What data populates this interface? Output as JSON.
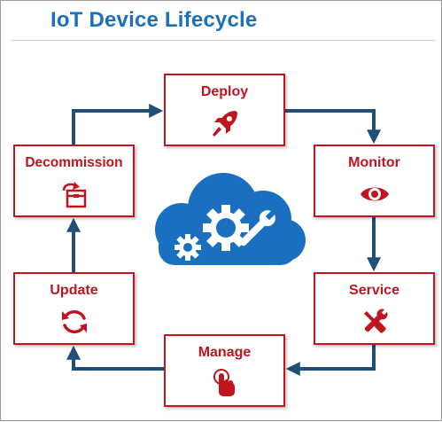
{
  "title": "IoT Device Lifecycle",
  "colors": {
    "title": "#1a6fc0",
    "stage_border": "#c0141f",
    "stage_text": "#c0141f",
    "arrow": "#1f4e79",
    "cloud": "#1a6fc0"
  },
  "stages": {
    "deploy": {
      "label": "Deploy",
      "icon": "rocket-icon"
    },
    "monitor": {
      "label": "Monitor",
      "icon": "eye-icon"
    },
    "service": {
      "label": "Service",
      "icon": "wrench-screwdriver-icon"
    },
    "manage": {
      "label": "Manage",
      "icon": "hand-pointer-icon"
    },
    "update": {
      "label": "Update",
      "icon": "refresh-icon"
    },
    "decommission": {
      "label": "Decommission",
      "icon": "box-return-icon"
    }
  },
  "center": {
    "icon": "cloud-gears-icon"
  }
}
